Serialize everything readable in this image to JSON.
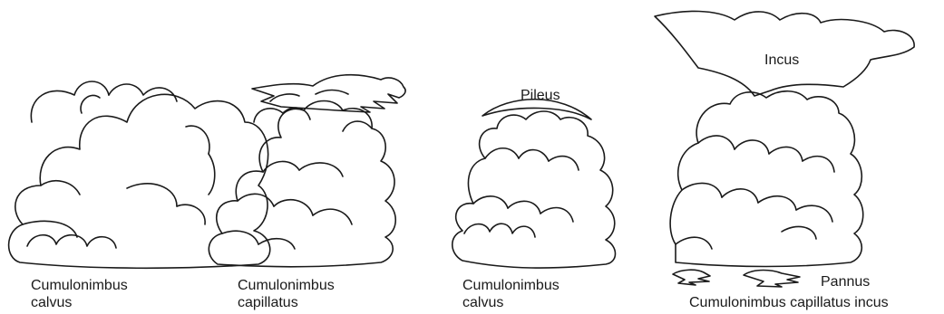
{
  "figures": [
    {
      "caption_line1": "Cumulonimbus",
      "caption_line2": "calvus"
    },
    {
      "caption_line1": "Cumulonimbus",
      "caption_line2": "capillatus"
    },
    {
      "caption_line1": "Cumulonimbus",
      "caption_line2": "calvus",
      "feature_label": "Pileus"
    },
    {
      "caption_line1": "Cumulonimbus capillatus incus",
      "feature_label_top": "Incus",
      "feature_label_bottom": "Pannus"
    }
  ],
  "colors": {
    "ink": "#1a1a1a",
    "background": "#ffffff"
  }
}
